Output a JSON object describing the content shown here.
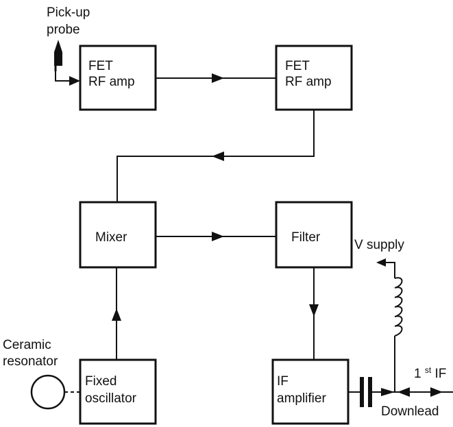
{
  "blocks": {
    "rf_amp_1": {
      "line1": "FET",
      "line2": "RF amp"
    },
    "rf_amp_2": {
      "line1": "FET",
      "line2": "RF amp"
    },
    "mixer": {
      "label": "Mixer"
    },
    "filter": {
      "label": "Filter"
    },
    "fixed_oscillator": {
      "line1": "Fixed",
      "line2": "oscillator"
    },
    "if_amplifier": {
      "line1": "IF",
      "line2": "amplifier"
    }
  },
  "labels": {
    "pickup_probe": {
      "line1": "Pick-up",
      "line2": "probe"
    },
    "ceramic_resonator": {
      "line1": "Ceramic",
      "line2": "resonator"
    },
    "v_supply": "V supply",
    "first_if": {
      "base": "1",
      "sup": "st",
      "rest": " IF"
    },
    "downlead": "Downlead"
  },
  "icons": {
    "probe": "pickup-probe-icon",
    "resonator": "ceramic-resonator-icon",
    "capacitor": "capacitor-icon",
    "inductor": "inductor-coil-icon"
  }
}
